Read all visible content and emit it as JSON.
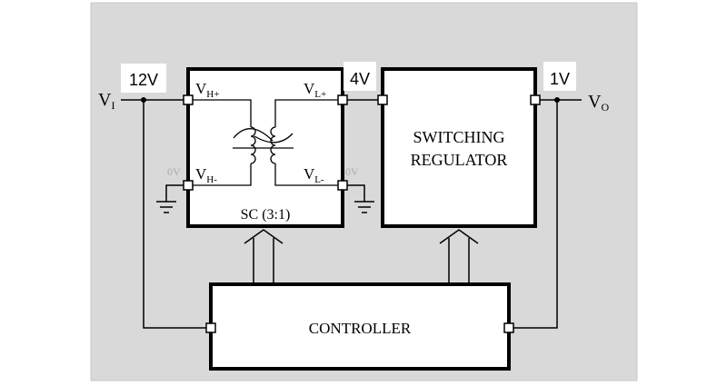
{
  "colors": {
    "panel": "#d9d9d9",
    "line": "#000000",
    "ground_label": "#aaaaaa"
  },
  "labels": {
    "v_in": "V",
    "v_in_sub": "I",
    "v_out": "V",
    "v_out_sub": "O",
    "v_12": "12V",
    "v_4": "4V",
    "v_1": "1V",
    "zero_left": "0V",
    "zero_right": "0V"
  },
  "sc": {
    "title": "SC (3:1)",
    "vh_plus": "V",
    "vh_plus_sub": "H+",
    "vh_minus": "V",
    "vh_minus_sub": "H-",
    "vl_plus": "V",
    "vl_plus_sub": "L+",
    "vl_minus": "V",
    "vl_minus_sub": "L-"
  },
  "regulator": {
    "line1": "SWITCHING",
    "line2": "REGULATOR"
  },
  "controller": {
    "label": "CONTROLLER"
  }
}
